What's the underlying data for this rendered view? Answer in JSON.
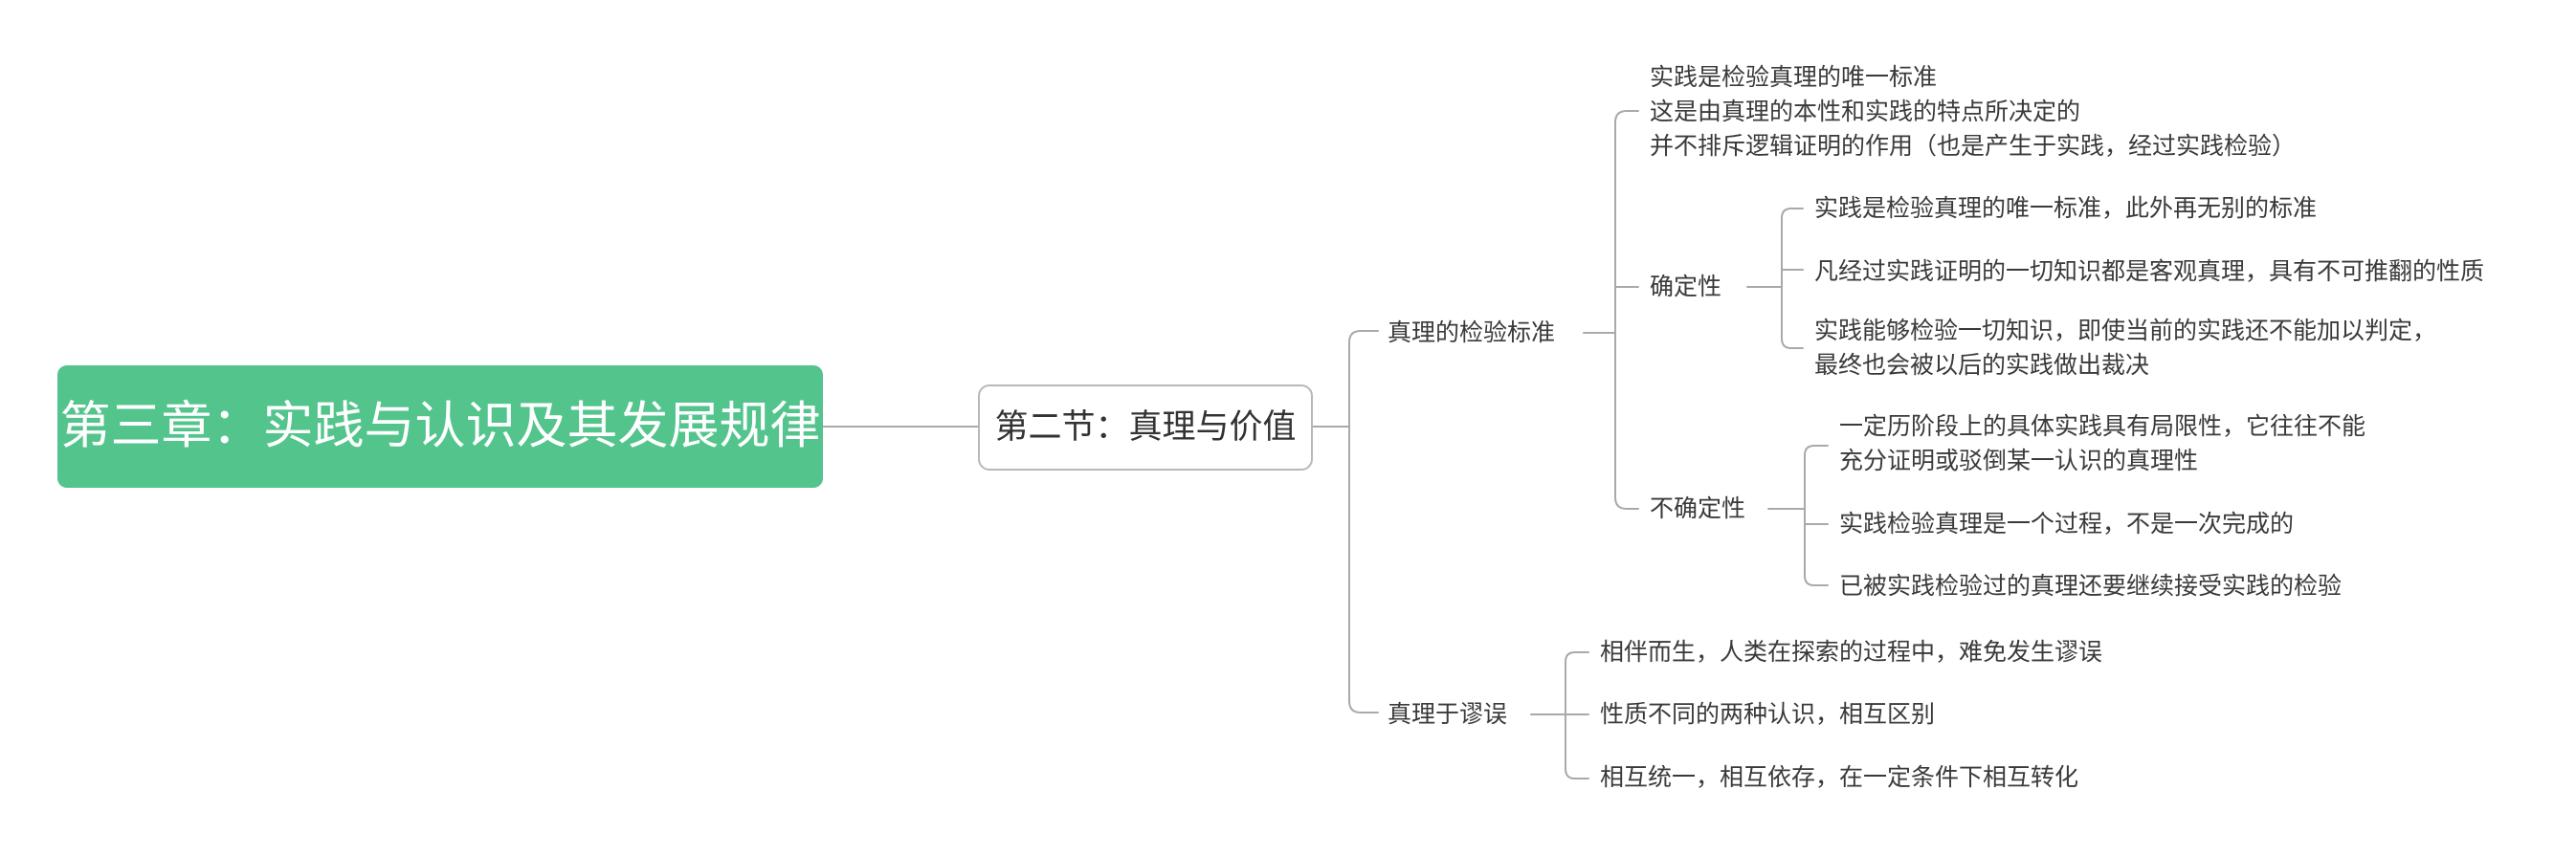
{
  "mindmap": {
    "root": "第三章：实践与认识及其发展规律",
    "section": "第二节：真理与价值",
    "standard": {
      "label": "真理的检验标准",
      "summary": [
        "实践是检验真理的唯一标准",
        "这是由真理的本性和实践的特点所决定的",
        "并不排斥逻辑证明的作用（也是产生于实践，经过实践检验）"
      ],
      "certainty": {
        "label": "确定性",
        "items": [
          "实践是检验真理的唯一标准，此外再无别的标准",
          "凡经过实践证明的一切知识都是客观真理，具有不可推翻的性质",
          "实践能够检验一切知识，即使当前的实践还不能加以判定，",
          "最终也会被以后的实践做出裁决"
        ]
      },
      "uncertainty": {
        "label": "不确定性",
        "items": [
          "一定历阶段上的具体实践具有局限性，它往往不能",
          "充分证明或驳倒某一认识的真理性",
          "实践检验真理是一个过程，不是一次完成的",
          "已被实践检验过的真理还要继续接受实践的检验"
        ]
      }
    },
    "fallacy": {
      "label": "真理于谬误",
      "items": [
        "相伴而生，人类在探索的过程中，难免发生谬误",
        "性质不同的两种认识，相互区别",
        "相互统一，相互依存，在一定条件下相互转化"
      ]
    }
  }
}
